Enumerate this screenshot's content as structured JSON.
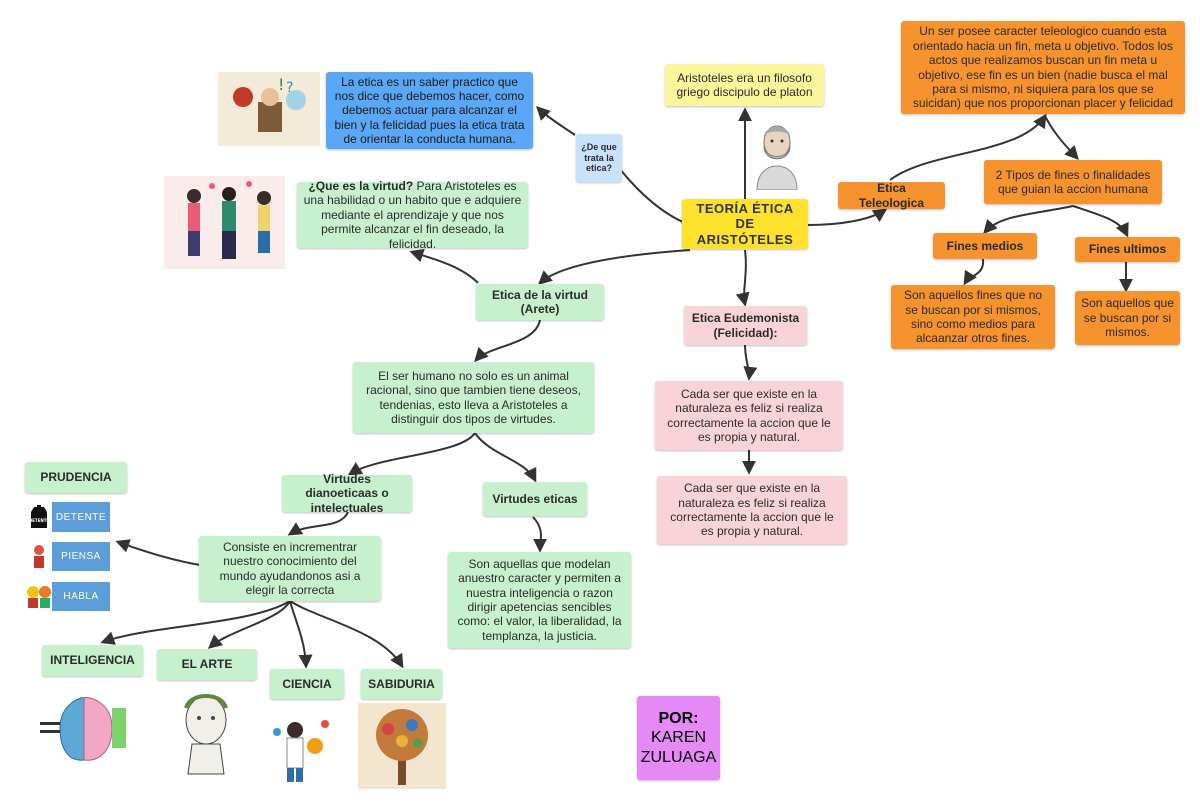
{
  "title": "TEORÍA ÉTICA DE ARISTÓTELES",
  "question": "¿De que trata la etica?",
  "etica_def": "La etica es un saber practico que nos dice que debemos hacer, como debemos actuar para alcanzar el bien y la felicidad pues la etica trata de orientar la conducta humana.",
  "aristoteles": "Aristoteles era un filosofo griego discipulo de platon",
  "virtud_q_label": "¿Que es la virtud?",
  "virtud_q_text": " Para Aristoteles es una habilidad o un habito que e adquiere mediante el aprendizaje y que nos permite alcanzar el fin deseado, la felicidad.",
  "etica_virtud": "Etica de la virtud (Arete)",
  "ser_humano": "El ser humano no solo es un animal racional, sino que tambien tiene deseos, tendenias, esto lleva a Aristoteles a distinguir dos tipos de virtudes.",
  "virtudes_dianoeticas": "Virtudes dianoeticaas o intelectuales",
  "virtudes_eticas": "Virtudes eticas",
  "consiste": "Consiste en incrementrar nuestro conocimiento del mundo ayudandonos asi a elegir la correcta",
  "son_aquellas_modelan": "Son aquellas que modelan anuestro caracter y permiten a nuestra inteligencia o razon dirigir apetencias sencibles como: el valor, la liberalidad, la templanza, la justicia.",
  "prudencia": "PRUDENCIA",
  "detente": "DETENTE",
  "detente_icon_text": "DETENTE",
  "piensa": "PIENSA",
  "habla": "HABLA",
  "inteligencia": "INTELIGENCIA",
  "el_arte": "EL ARTE",
  "ciencia": "CIENCIA",
  "sabiduria": "SABIDURIA",
  "eudemonista": "Etica Eudemonista (Felicidad):",
  "cada_ser_1": "Cada ser que existe en la naturaleza es feliz si realiza correctamente la accion que le es propia y natural.",
  "cada_ser_2": "Cada ser que existe en la naturaleza es feliz si realiza correctamente la accion que le es propia y natural.",
  "teleologica": "Etica Teleologica",
  "teleologico_def": "Un ser posee caracter teleologico cuando esta orientado hacia un fin, meta u objetivo. Todos los actos que realizamos buscan un fin meta u objetivo, ese fin es un bien (nadie busca el mal para si mismo, ni siquiera para los que se suicidan) que nos proporcionan placer y felicidad",
  "dos_tipos": "2 Tipos de fines o finalidades que guian la accion humana",
  "fines_medios": "Fines medios",
  "fines_ultimos": "Fines ultimos",
  "fines_medios_def": "Son aquellos fines que no se buscan por si mismos, sino como medios para alcaanzar otros fines.",
  "fines_ultimos_def": "Son aquellos que se buscan por si mismos.",
  "por": "POR:",
  "autor": "KAREN ZULUAGA",
  "colors": {
    "green": "#c7f0cd",
    "orange": "#f7932e",
    "pink": "#f8d4d8",
    "blue": "#5aa7f5",
    "yellow": "#fbf59c",
    "title": "#fde12c",
    "purple": "#e58af5",
    "tag": "#5b9ed9"
  }
}
